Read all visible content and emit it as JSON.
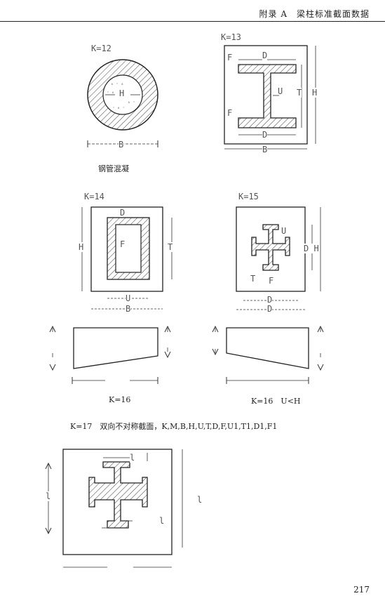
{
  "header": {
    "text": "附录 A　梁柱标准截面数据"
  },
  "figures": {
    "k12": {
      "label": "K=12",
      "caption": "钢管混凝",
      "h": "H",
      "b": "B"
    },
    "k13": {
      "label": "K=13",
      "d_top": "D",
      "d_bot": "D",
      "f_top": "F",
      "f_bot": "F",
      "u": "U",
      "t": "T",
      "h": "H",
      "b": "B"
    },
    "k14": {
      "label": "K=14",
      "d": "D",
      "f": "F",
      "h": "H",
      "t": "T",
      "u": "U",
      "b": "B"
    },
    "k15": {
      "label": "K=15",
      "u": "U",
      "dh": "D H",
      "t": "T",
      "f": "F",
      "d1": "D",
      "d2": "D"
    },
    "k16a": {
      "caption": "K=16"
    },
    "k16b": {
      "caption": "K=16　U<H"
    },
    "k17": {
      "note": "K=17　双向不对称截面，K,M,B,H,U,T,D,F,U1,T1,D1,F1",
      "l1": "l",
      "l2": "l",
      "l3": "l",
      "l4": "l"
    }
  },
  "page_number": "217"
}
